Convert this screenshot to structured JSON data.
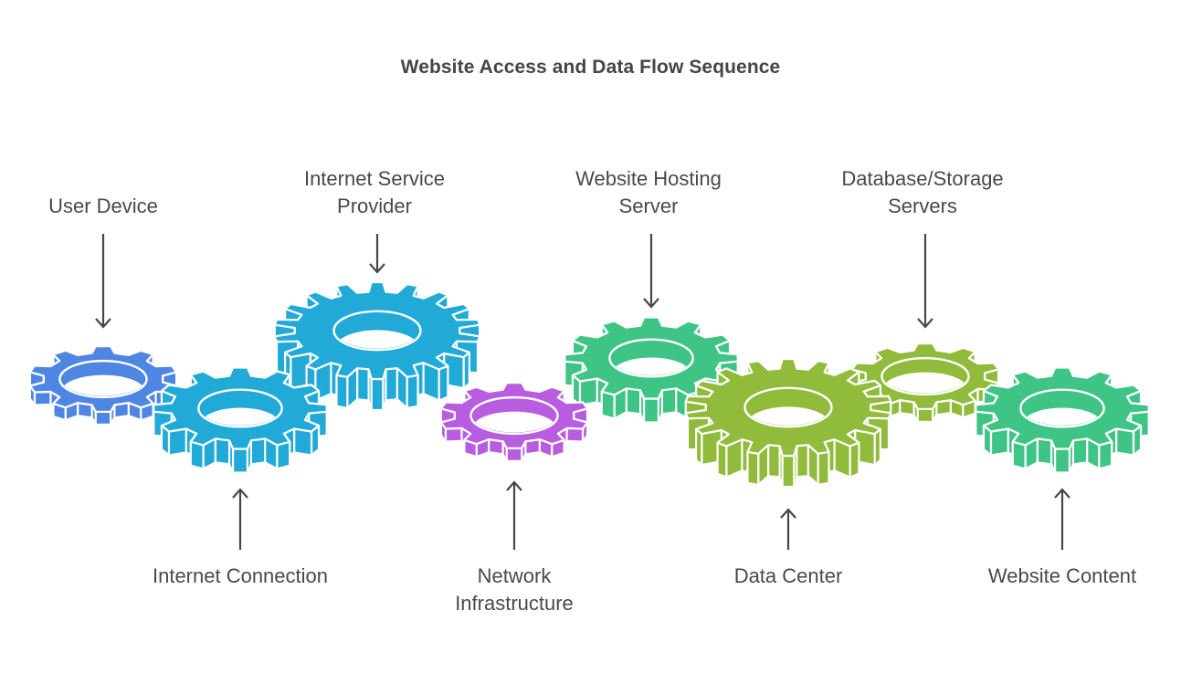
{
  "title": "Website Access and Data Flow Sequence",
  "colors": {
    "blue": "#4f86e3",
    "cyan": "#21a9d8",
    "purple": "#b85ce0",
    "green": "#3ec585",
    "lime": "#90bb3b",
    "arrow": "#474747",
    "text": "#474a47"
  },
  "steps": [
    {
      "id": "user-device",
      "lines": [
        "User Device"
      ],
      "position": "top",
      "color": "blue",
      "teeth": 10,
      "size": "small"
    },
    {
      "id": "internet-connection",
      "lines": [
        "Internet Connection"
      ],
      "position": "bottom",
      "color": "cyan",
      "teeth": 12,
      "size": "medium"
    },
    {
      "id": "internet-service-provider",
      "lines": [
        "Internet Service",
        "Provider"
      ],
      "position": "top",
      "color": "cyan",
      "teeth": 18,
      "size": "large"
    },
    {
      "id": "network-infrastructure",
      "lines": [
        "Network",
        "Infrastructure"
      ],
      "position": "bottom",
      "color": "purple",
      "teeth": 10,
      "size": "small"
    },
    {
      "id": "website-hosting-server",
      "lines": [
        "Website Hosting",
        "Server"
      ],
      "position": "top",
      "color": "green",
      "teeth": 12,
      "size": "medium"
    },
    {
      "id": "data-center",
      "lines": [
        "Data Center"
      ],
      "position": "bottom",
      "color": "lime",
      "teeth": 18,
      "size": "large"
    },
    {
      "id": "database-storage-servers",
      "lines": [
        "Database/Storage",
        "Servers"
      ],
      "position": "top",
      "color": "lime",
      "teeth": 10,
      "size": "small"
    },
    {
      "id": "website-content",
      "lines": [
        "Website Content"
      ],
      "position": "bottom",
      "color": "green",
      "teeth": 12,
      "size": "medium"
    }
  ]
}
